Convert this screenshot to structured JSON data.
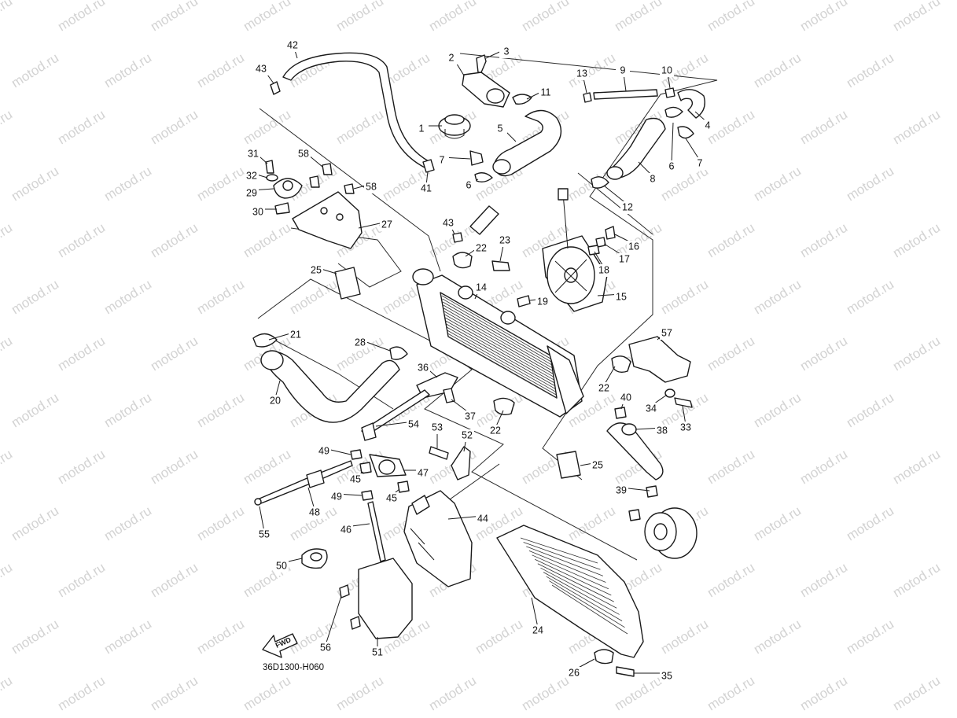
{
  "watermark": "motod.ru",
  "diagram_code": "36D1300-H060",
  "fwd_label": "FWD",
  "callouts": [
    {
      "id": "c1",
      "label": "1"
    },
    {
      "id": "c2",
      "label": "2"
    },
    {
      "id": "c3",
      "label": "3"
    },
    {
      "id": "c4",
      "label": "4"
    },
    {
      "id": "c5",
      "label": "5"
    },
    {
      "id": "c6a",
      "label": "6"
    },
    {
      "id": "c6b",
      "label": "6"
    },
    {
      "id": "c7a",
      "label": "7"
    },
    {
      "id": "c7b",
      "label": "7"
    },
    {
      "id": "c8",
      "label": "8"
    },
    {
      "id": "c9",
      "label": "9"
    },
    {
      "id": "c10",
      "label": "10"
    },
    {
      "id": "c11",
      "label": "11"
    },
    {
      "id": "c12",
      "label": "12"
    },
    {
      "id": "c13",
      "label": "13"
    },
    {
      "id": "c14",
      "label": "14"
    },
    {
      "id": "c15",
      "label": "15"
    },
    {
      "id": "c16",
      "label": "16"
    },
    {
      "id": "c17",
      "label": "17"
    },
    {
      "id": "c18",
      "label": "18"
    },
    {
      "id": "c19",
      "label": "19"
    },
    {
      "id": "c20",
      "label": "20"
    },
    {
      "id": "c21",
      "label": "21"
    },
    {
      "id": "c22a",
      "label": "22"
    },
    {
      "id": "c22b",
      "label": "22"
    },
    {
      "id": "c22c",
      "label": "22"
    },
    {
      "id": "c23",
      "label": "23"
    },
    {
      "id": "c24",
      "label": "24"
    },
    {
      "id": "c25a",
      "label": "25"
    },
    {
      "id": "c25b",
      "label": "25"
    },
    {
      "id": "c26",
      "label": "26"
    },
    {
      "id": "c27",
      "label": "27"
    },
    {
      "id": "c28",
      "label": "28"
    },
    {
      "id": "c29",
      "label": "29"
    },
    {
      "id": "c30",
      "label": "30"
    },
    {
      "id": "c31",
      "label": "31"
    },
    {
      "id": "c32",
      "label": "32"
    },
    {
      "id": "c33",
      "label": "33"
    },
    {
      "id": "c34",
      "label": "34"
    },
    {
      "id": "c35",
      "label": "35"
    },
    {
      "id": "c36",
      "label": "36"
    },
    {
      "id": "c37",
      "label": "37"
    },
    {
      "id": "c38",
      "label": "38"
    },
    {
      "id": "c39",
      "label": "39"
    },
    {
      "id": "c40",
      "label": "40"
    },
    {
      "id": "c41",
      "label": "41"
    },
    {
      "id": "c42",
      "label": "42"
    },
    {
      "id": "c43a",
      "label": "43"
    },
    {
      "id": "c43b",
      "label": "43"
    },
    {
      "id": "c44",
      "label": "44"
    },
    {
      "id": "c45a",
      "label": "45"
    },
    {
      "id": "c45b",
      "label": "45"
    },
    {
      "id": "c46",
      "label": "46"
    },
    {
      "id": "c47",
      "label": "47"
    },
    {
      "id": "c48",
      "label": "48"
    },
    {
      "id": "c49a",
      "label": "49"
    },
    {
      "id": "c49b",
      "label": "49"
    },
    {
      "id": "c50",
      "label": "50"
    },
    {
      "id": "c51",
      "label": "51"
    },
    {
      "id": "c52",
      "label": "52"
    },
    {
      "id": "c53",
      "label": "53"
    },
    {
      "id": "c54",
      "label": "54"
    },
    {
      "id": "c55",
      "label": "55"
    },
    {
      "id": "c56",
      "label": "56"
    },
    {
      "id": "c57",
      "label": "57"
    },
    {
      "id": "c58a",
      "label": "58"
    },
    {
      "id": "c58b",
      "label": "58"
    }
  ]
}
